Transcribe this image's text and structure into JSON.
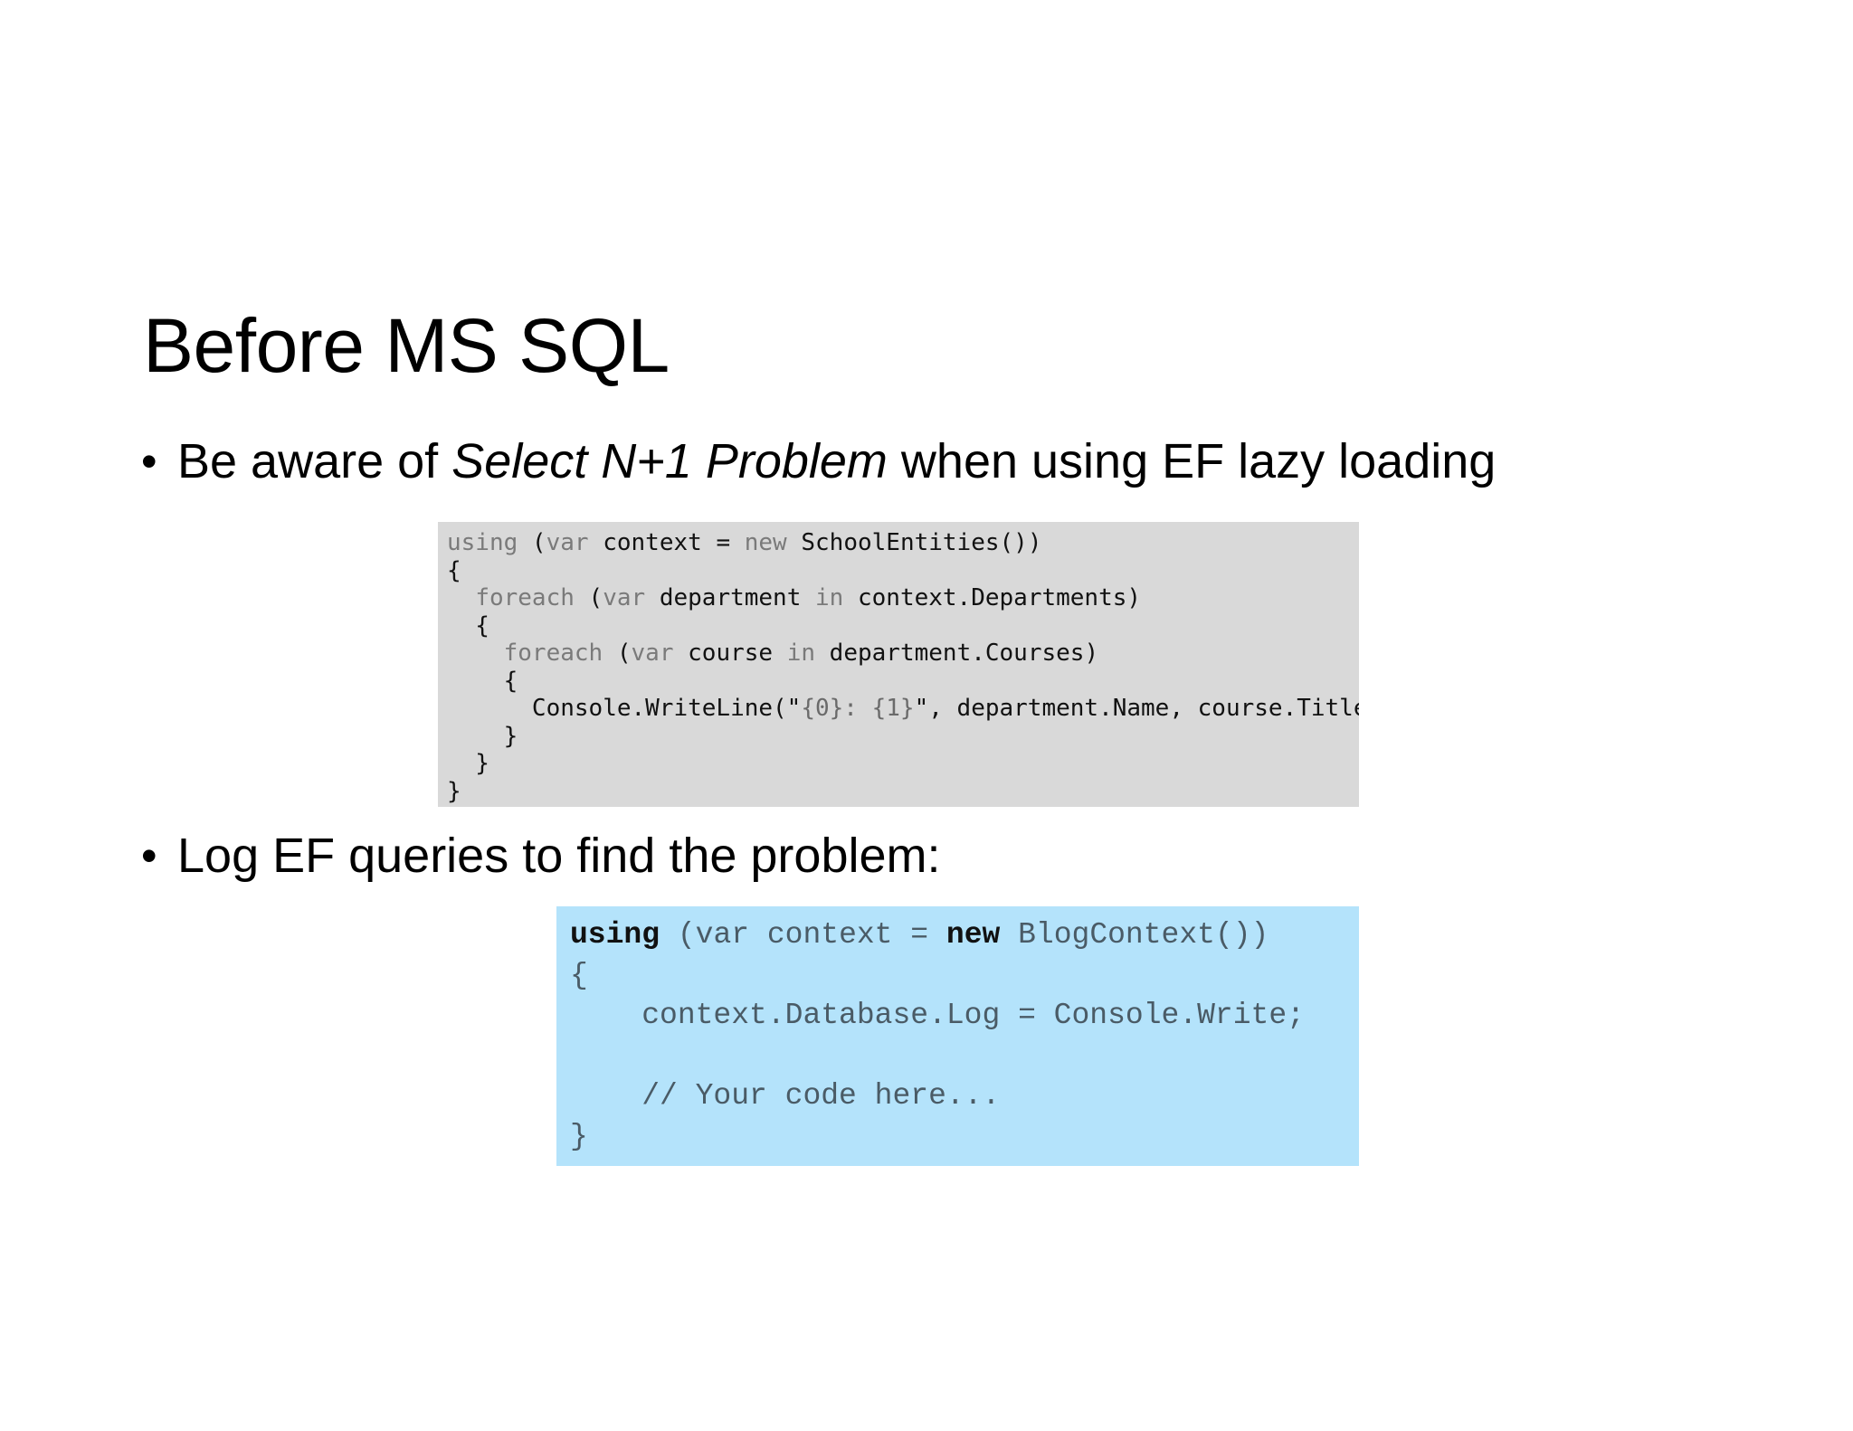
{
  "slide": {
    "title": "Before MS SQL",
    "bullets": [
      {
        "pre": "Be aware of ",
        "emph": "Select N+1 Problem",
        "post": " when using EF lazy loading"
      },
      {
        "text": "Log EF queries to find the problem:"
      }
    ],
    "bullet_char": "•"
  },
  "code_snippet_1": {
    "line1": {
      "kw1": "using",
      "t1": " (",
      "kw2": "var",
      "t2": " context = ",
      "kw3": "new",
      "t3": " SchoolEntities())"
    },
    "line2": "{",
    "line3": {
      "indent": "  ",
      "kw1": "foreach",
      "t1": " (",
      "kw2": "var",
      "t2": " department ",
      "kw3": "in",
      "t3": " context.Departments)"
    },
    "line4": "  {",
    "line5": {
      "indent": "    ",
      "kw1": "foreach",
      "t1": " (",
      "kw2": "var",
      "t2": " course ",
      "kw3": "in",
      "t3": " department.Courses)"
    },
    "line6": "    {",
    "line7": {
      "indent": "      ",
      "t1": "Console.WriteLine(\"",
      "str": "{0}: {1}",
      "t2": "\", department.Name, course.Title);"
    },
    "line8": "    }",
    "line9": "  }",
    "line10": "}"
  },
  "code_snippet_2": {
    "line1": {
      "kw1": "using",
      "t1": " (var context = ",
      "kw2": "new",
      "t2": " BlogContext())"
    },
    "line2": "{",
    "line3": "    context.Database.Log = Console.Write;",
    "line4": "",
    "line5": "    // Your code here...",
    "line6": "}"
  }
}
